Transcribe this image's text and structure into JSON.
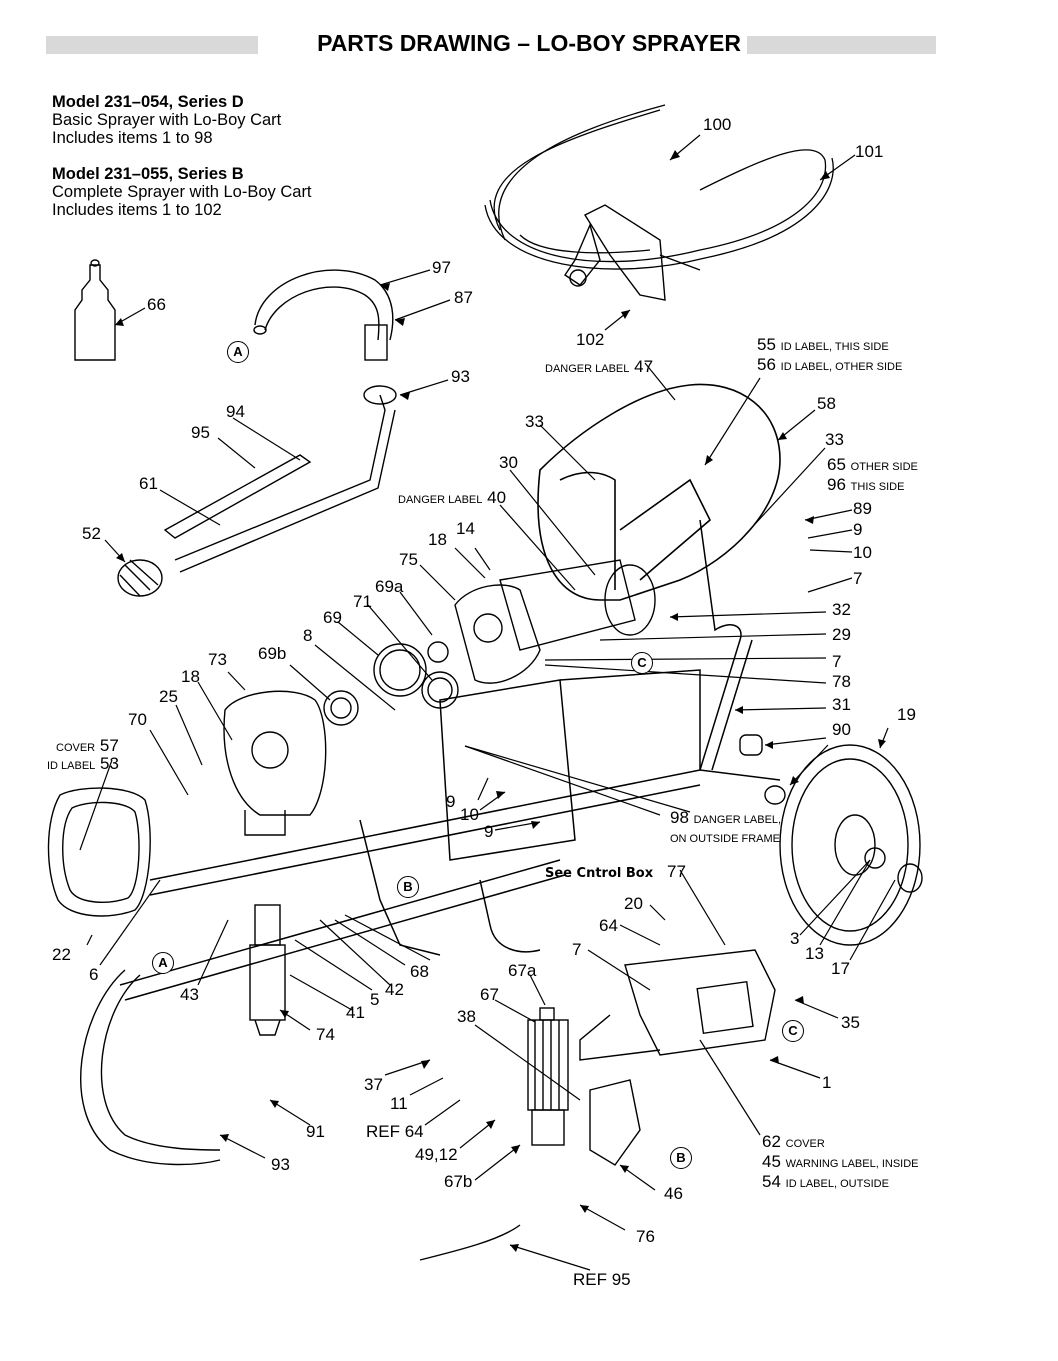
{
  "title": "PARTS DRAWING – LO-BOY SPRAYER",
  "models": [
    {
      "name": "Model 231–054, Series D",
      "line1": "Basic Sprayer with Lo-Boy Cart",
      "line2": "Includes items 1 to 98"
    },
    {
      "name": "Model 231–055, Series B",
      "line1": "Complete Sprayer with Lo-Boy Cart",
      "line2": "Includes items 1 to 102"
    }
  ],
  "callouts": {
    "c100": "100",
    "c101": "101",
    "c102": "102",
    "c97": "97",
    "c87": "87",
    "c66": "66",
    "c93a": "93",
    "c94": "94",
    "c95": "95",
    "c61": "61",
    "c52": "52",
    "c47_text": "DANGER LABEL",
    "c47": "47",
    "c55": "55",
    "c55_text": "ID LABEL, THIS SIDE",
    "c56": "56",
    "c56_text": "ID LABEL, OTHER SIDE",
    "c58": "58",
    "c33a": "33",
    "c33b": "33",
    "c30": "30",
    "c40_text": "DANGER LABEL",
    "c40": "40",
    "c65": "65",
    "c65_text": "OTHER SIDE",
    "c96": "96",
    "c96_text": "THIS SIDE",
    "c89": "89",
    "c9a": "9",
    "c10a": "10",
    "c7a": "7",
    "c18a": "18",
    "c14": "14",
    "c75": "75",
    "c69a": "69a",
    "c71": "71",
    "c69": "69",
    "c8": "8",
    "c32": "32",
    "c29": "29",
    "c7b": "7",
    "c78": "78",
    "c31": "31",
    "c90": "90",
    "c19": "19",
    "c73": "73",
    "c69b": "69b",
    "c18b": "18",
    "c25": "25",
    "c70": "70",
    "c57_text": "COVER",
    "c57": "57",
    "c53_text": "ID LABEL",
    "c53": "53",
    "c9b": "9",
    "c10b": "10",
    "c9c": "9",
    "c98": "98",
    "c98_text1": "DANGER LABEL,",
    "c98_text2": "ON OUTSIDE FRAME",
    "c77": "77",
    "c20": "20",
    "c64": "64",
    "c7c": "7",
    "c3": "3",
    "c13": "13",
    "c17": "17",
    "c22": "22",
    "c6": "6",
    "c43": "43",
    "c41": "41",
    "c5": "5",
    "c42": "42",
    "c68": "68",
    "c74": "74",
    "c67a": "67a",
    "c67": "67",
    "c38": "38",
    "c35": "35",
    "c1": "1",
    "c37": "37",
    "c11": "11",
    "cref64": "REF 64",
    "c4912": "49,12",
    "c67b": "67b",
    "c91": "91",
    "c93b": "93",
    "c46": "46",
    "c76": "76",
    "cref95": "REF 95",
    "c62": "62",
    "c62_text": "COVER",
    "c45": "45",
    "c45_text": "WARNING LABEL, INSIDE",
    "c54": "54",
    "c54_text": "ID LABEL, OUTSIDE"
  },
  "bubbles": {
    "A": "A",
    "B": "B",
    "C": "C"
  },
  "control_box_note": "See Cntrol Box"
}
